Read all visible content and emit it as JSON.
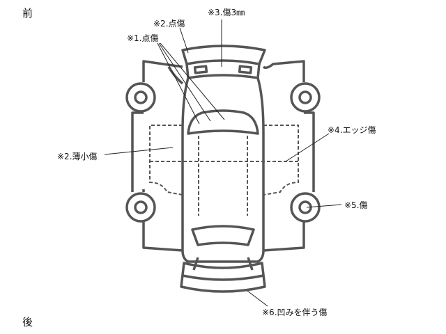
{
  "directions": {
    "front": "前",
    "rear": "後"
  },
  "annotations": [
    {
      "id": "1",
      "text": "※1.点傷"
    },
    {
      "id": "2a",
      "text": "※2.点傷"
    },
    {
      "id": "3",
      "text": "※3.傷3㎜"
    },
    {
      "id": "2b",
      "text": "※2.薄小傷"
    },
    {
      "id": "4",
      "text": "※4.エッジ傷"
    },
    {
      "id": "5",
      "text": "※5.傷"
    },
    {
      "id": "6",
      "text": "※6.凹みを伴う傷"
    }
  ]
}
